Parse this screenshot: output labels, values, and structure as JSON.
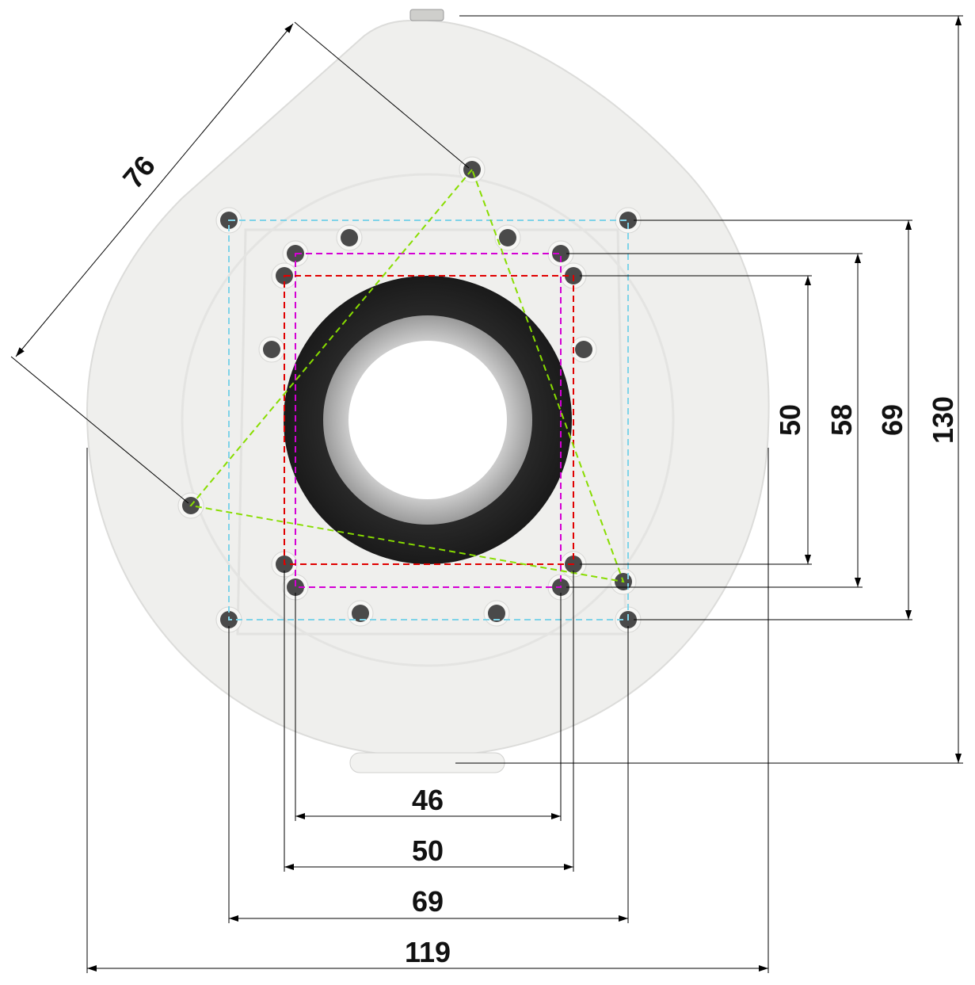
{
  "title": "Mounting bracket hole spacing dimensions",
  "dimensions": {
    "diagonal": "76",
    "height_total": "130",
    "vertical_69": "69",
    "vertical_58": "58",
    "vertical_50": "50",
    "horizontal_46": "46",
    "horizontal_50": "50",
    "horizontal_69": "69",
    "width_total": "119"
  },
  "colors": {
    "square_69": "#7fd3e8",
    "square_58x46": "#d400d4",
    "square_50": "#e00000",
    "triangle_76": "#88dd00",
    "body": "#eeeeec"
  }
}
